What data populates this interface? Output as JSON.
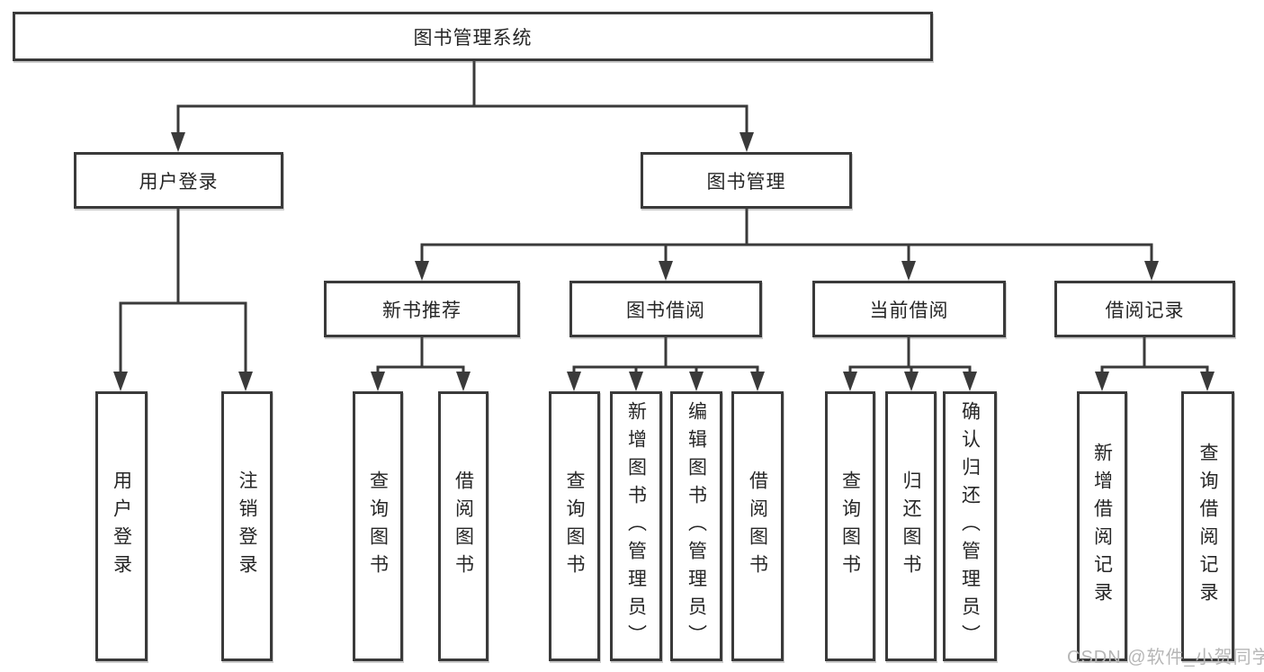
{
  "tree": {
    "root": {
      "label": "图书管理系统"
    },
    "branches": [
      {
        "label": "用户登录",
        "children": [
          {
            "label": "用户登录"
          },
          {
            "label": "注销登录"
          }
        ]
      },
      {
        "label": "图书管理",
        "children": [
          {
            "label": "新书推荐",
            "children": [
              {
                "label": "查询图书"
              },
              {
                "label": "借阅图书"
              }
            ]
          },
          {
            "label": "图书借阅",
            "children": [
              {
                "label": "查询图书"
              },
              {
                "label": "新增图书（管理员）"
              },
              {
                "label": "编辑图书（管理员）"
              },
              {
                "label": "借阅图书"
              }
            ]
          },
          {
            "label": "当前借阅",
            "children": [
              {
                "label": "查询图书"
              },
              {
                "label": "归还图书"
              },
              {
                "label": "确认归还（管理员）"
              }
            ]
          },
          {
            "label": "借阅记录",
            "children": [
              {
                "label": "新增借阅记录"
              },
              {
                "label": "查询借阅记录"
              }
            ]
          }
        ]
      }
    ]
  },
  "watermark": "CSDN @软件_小贺同学",
  "colors": {
    "line": "#3a3a3a",
    "box_border": "#3a3a3a",
    "text": "#262626",
    "watermark": "#b6b6b6",
    "background": "#ffffff"
  }
}
